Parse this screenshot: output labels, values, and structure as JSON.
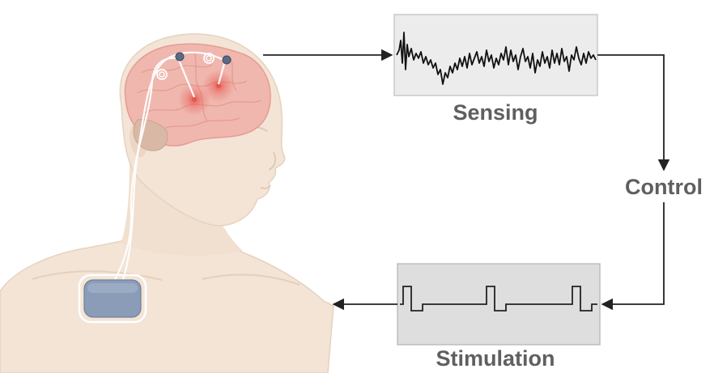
{
  "labels": {
    "sensing": "Sensing",
    "control": "Control",
    "stimulation": "Stimulation"
  },
  "colors": {
    "skin": "#f3e4d6",
    "skin_shadow": "#ecd6c3",
    "brain": "#f0b7ae",
    "brain_line": "#e49c93",
    "cerebellum": "#d9b8a6",
    "device": "#8a9cb8",
    "panel_light": "#ececec",
    "panel_dark": "#dedede",
    "signal": "#111111",
    "arrow": "#222222",
    "label": "#5f5f5f",
    "hotspot": "#e5504a"
  }
}
